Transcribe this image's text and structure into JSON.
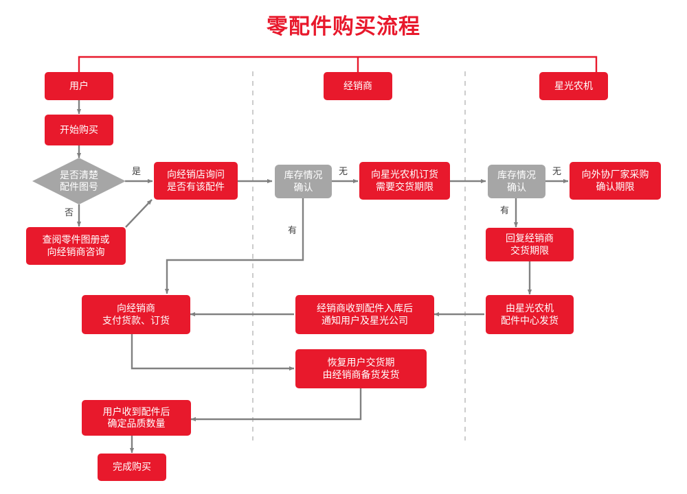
{
  "page": {
    "title": "零配件购买流程",
    "title_color": "#E8192C",
    "box_color": "#E8192C",
    "decision_color": "#A6A6A6",
    "connector_color": "#808080",
    "bracket_color": "#E8192C",
    "divider_color": "#CCCCCC",
    "background": "#FFFFFF"
  },
  "lanes": [
    {
      "label": "用户"
    },
    {
      "label": "经销商"
    },
    {
      "label": "星光农机"
    }
  ],
  "nodes": [
    {
      "id": "start",
      "label": "开始购买",
      "type": "process",
      "color": "#E8192C"
    },
    {
      "id": "know-part-no",
      "label": "是否清楚\n配件图号",
      "type": "decision",
      "color": "#A6A6A6"
    },
    {
      "id": "ask-dealer",
      "label": "向经销店询问\n是否有该配件",
      "type": "process",
      "color": "#E8192C"
    },
    {
      "id": "catalog",
      "label": "查阅零件图册或\n向经销商咨询",
      "type": "process",
      "color": "#E8192C"
    },
    {
      "id": "stock-check-1",
      "label": "库存情况\n确认",
      "type": "decision",
      "color": "#A6A6A6"
    },
    {
      "id": "order-xingguang",
      "label": "向星光农机订货\n需要交货期限",
      "type": "process",
      "color": "#E8192C"
    },
    {
      "id": "stock-check-2",
      "label": "库存情况\n确认",
      "type": "decision",
      "color": "#A6A6A6"
    },
    {
      "id": "outsource",
      "label": "向外协厂家采购\n确认期限",
      "type": "process",
      "color": "#E8192C"
    },
    {
      "id": "reply-dealer",
      "label": "回复经销商\n交货期限",
      "type": "process",
      "color": "#E8192C"
    },
    {
      "id": "pay-dealer",
      "label": "向经销商\n支付货款、订货",
      "type": "process",
      "color": "#E8192C"
    },
    {
      "id": "dealer-received",
      "label": "经销商收到配件入库后\n通知用户及星光公司",
      "type": "process",
      "color": "#E8192C"
    },
    {
      "id": "ship-center",
      "label": "由星光农机\n配件中心发货",
      "type": "process",
      "color": "#E8192C"
    },
    {
      "id": "restore-delivery",
      "label": "恢复用户交货期\n由经销商备货发货",
      "type": "process",
      "color": "#E8192C"
    },
    {
      "id": "user-received",
      "label": "用户收到配件后\n确定品质数量",
      "type": "process",
      "color": "#E8192C"
    },
    {
      "id": "finish",
      "label": "完成购买",
      "type": "process",
      "color": "#E8192C"
    }
  ],
  "edge_labels": [
    {
      "id": "yes-1",
      "text": "是",
      "from": "know-part-no",
      "to": "ask-dealer"
    },
    {
      "id": "no-1",
      "text": "否",
      "from": "know-part-no",
      "to": "catalog"
    },
    {
      "id": "none-1",
      "text": "无",
      "from": "stock-check-1",
      "to": "order-xingguang"
    },
    {
      "id": "have-1",
      "text": "有",
      "from": "stock-check-1",
      "to": "pay-dealer"
    },
    {
      "id": "none-2",
      "text": "无",
      "from": "stock-check-2",
      "to": "outsource"
    },
    {
      "id": "have-2",
      "text": "有",
      "from": "stock-check-2",
      "to": "reply-dealer"
    }
  ]
}
